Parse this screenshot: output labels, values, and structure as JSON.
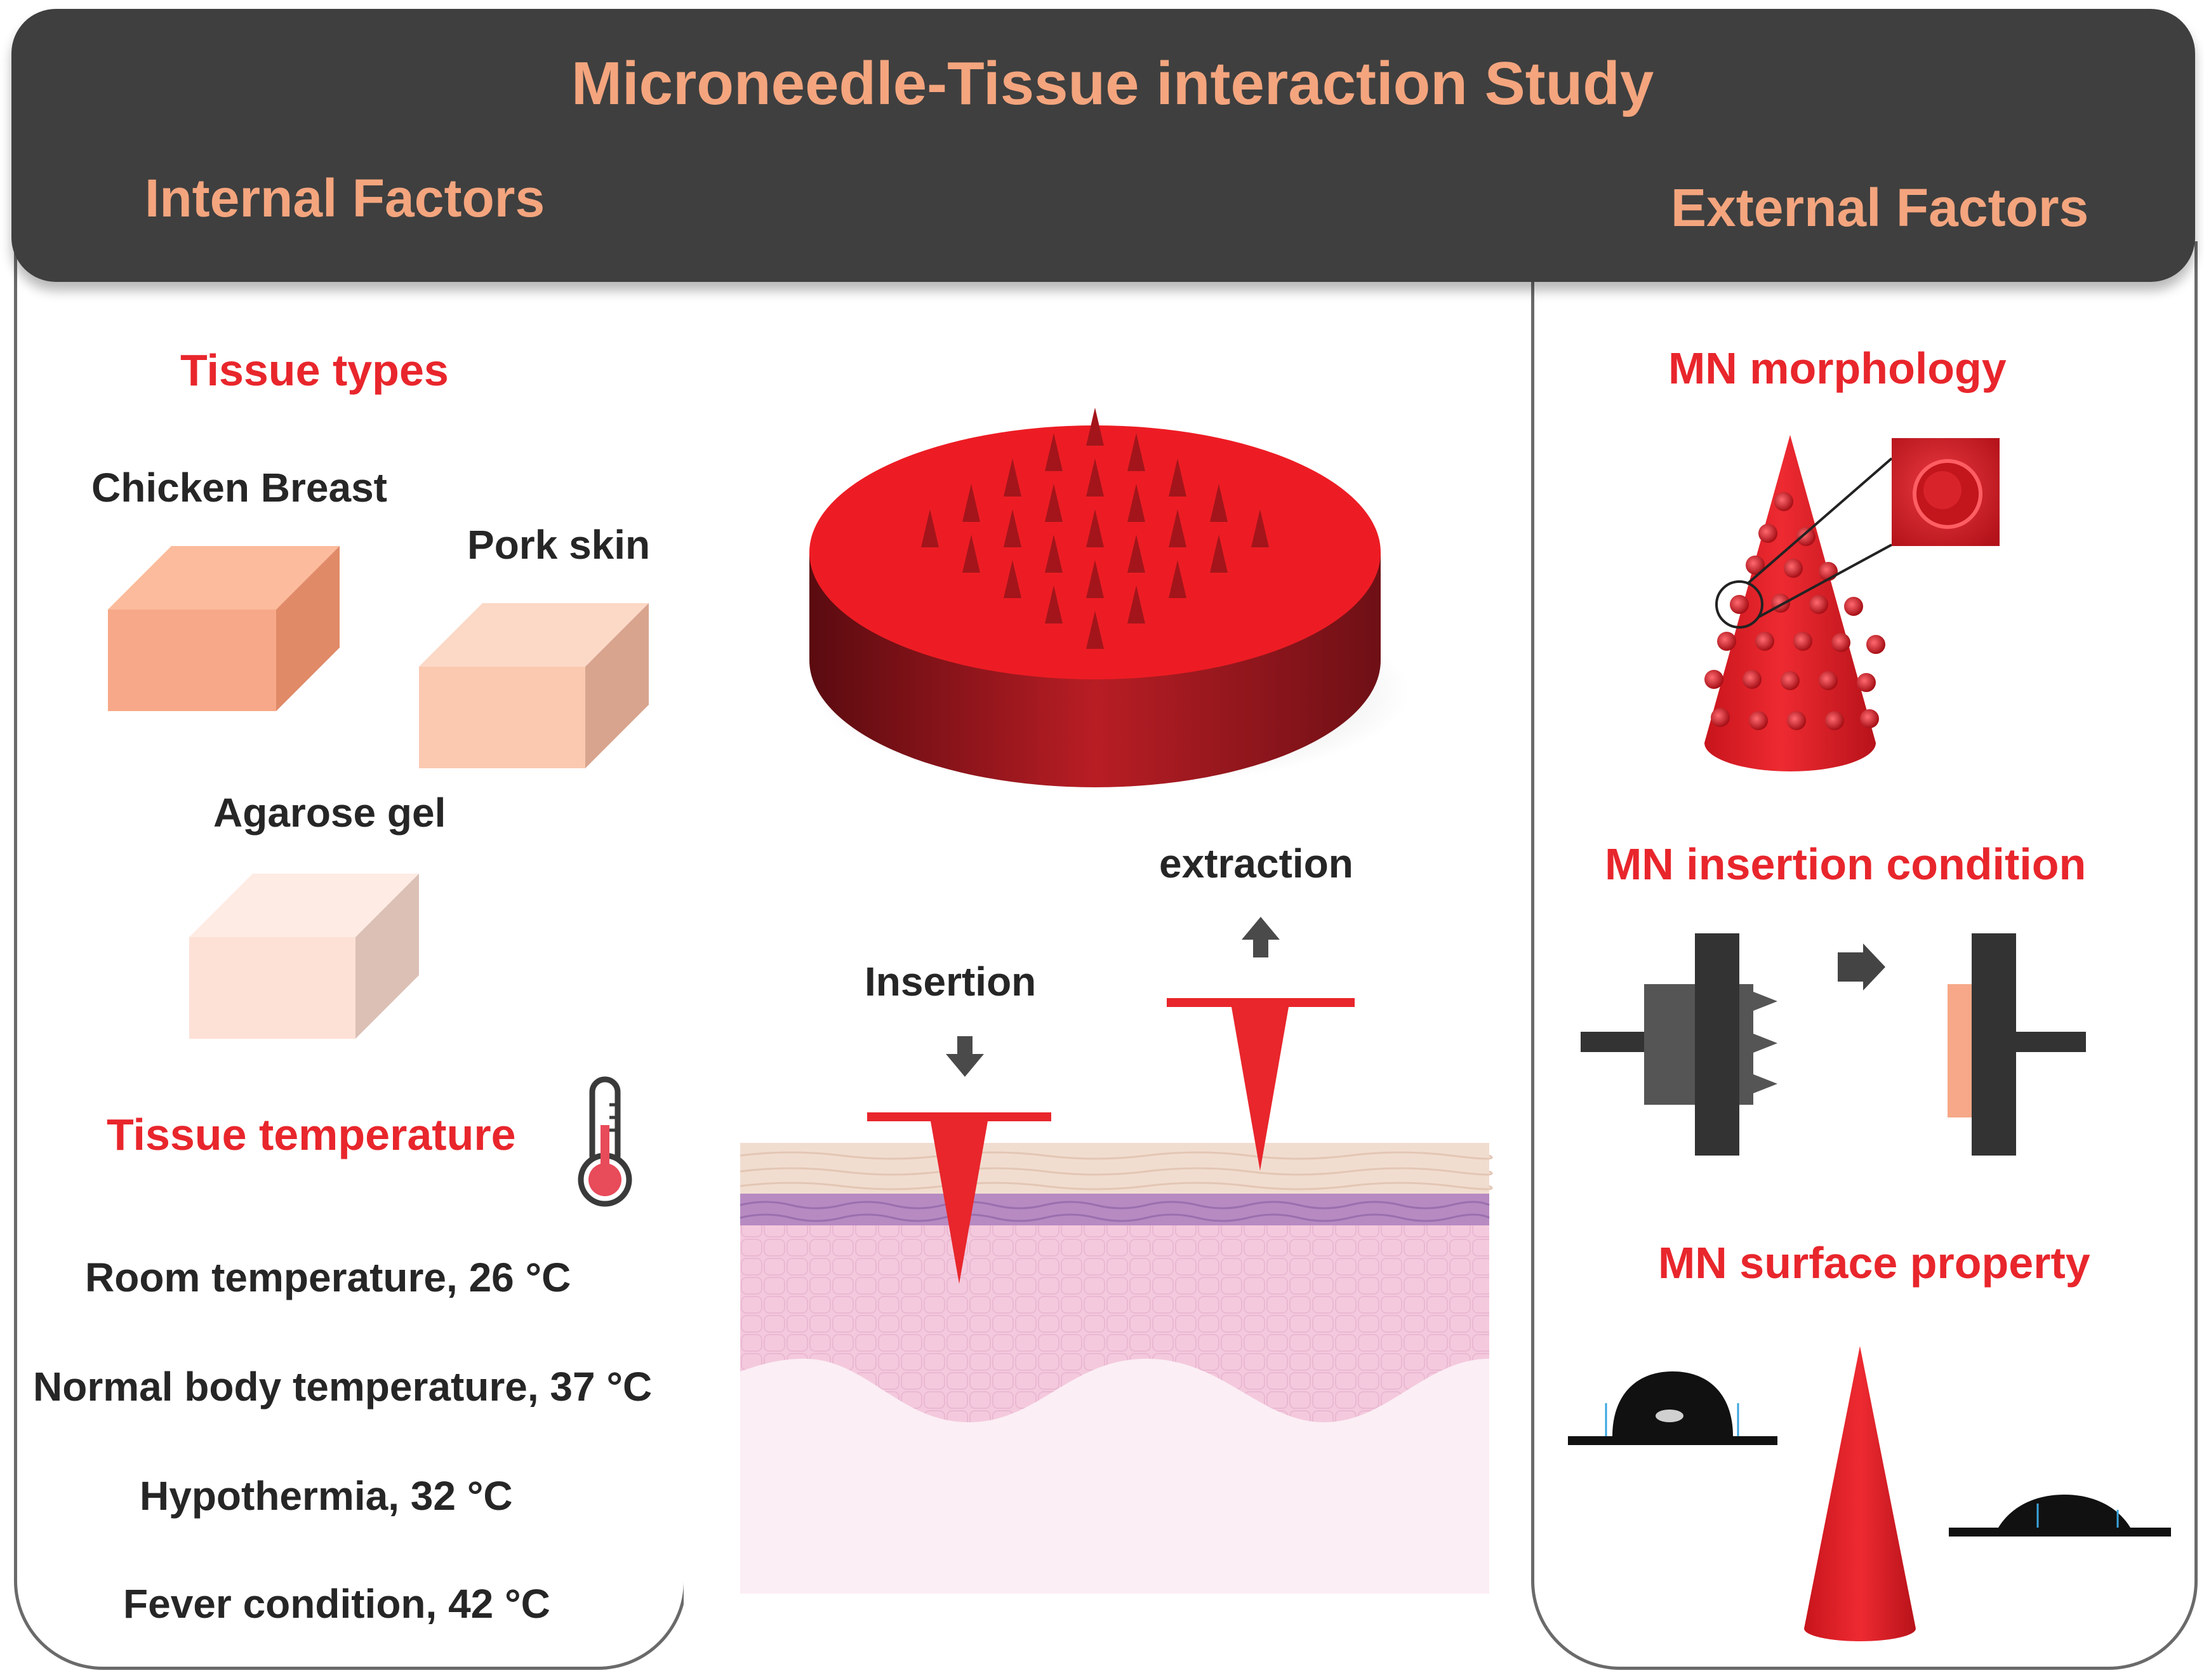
{
  "header": {
    "title": "Microneedle-Tissue interaction Study",
    "internal_label": "Internal Factors",
    "external_label": "External Factors"
  },
  "internal": {
    "tissue_types_heading": "Tissue types",
    "tissues": [
      "Chicken Breast",
      "Pork skin",
      "Agarose gel"
    ],
    "temperature_heading": "Tissue temperature",
    "temperatures": [
      "Room temperature, 26 °C",
      "Normal body temperature, 37 °C",
      "Hypothermia, 32 °C",
      "Fever condition, 42 °C"
    ]
  },
  "center": {
    "insertion_label": "Insertion",
    "extraction_label": "extraction"
  },
  "external": {
    "morphology_heading": "MN morphology",
    "insertion_condition_heading": "MN insertion condition",
    "surface_property_heading": "MN surface property"
  },
  "colors": {
    "header_bg": "#3f3f3f",
    "header_text": "#f4a57e",
    "accent_red": "#e8262c",
    "chicken": "#f7a888",
    "pork": "#fac9b0",
    "agarose": "#fde1d6"
  }
}
